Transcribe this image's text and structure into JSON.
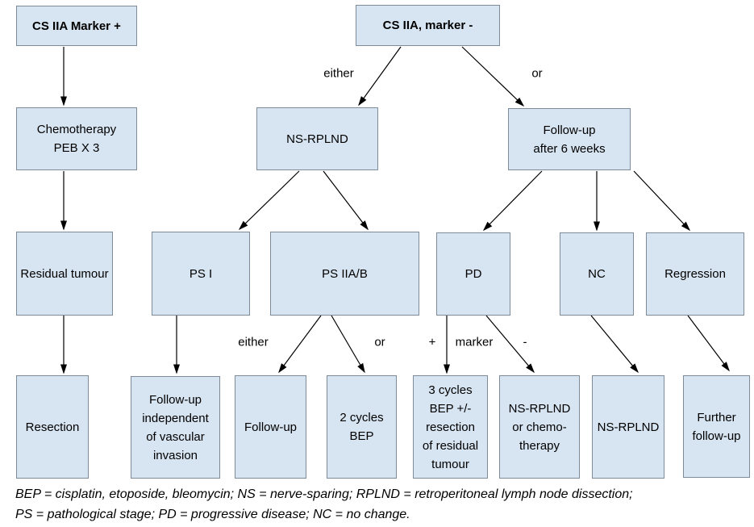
{
  "colors": {
    "background": "#ffffff",
    "node_fill": "#d7e4f1",
    "node_border": "#7d8b99",
    "arrow": "#000000",
    "text": "#000000"
  },
  "nodes": {
    "cs_iia_marker_plus": "CS IIA Marker +",
    "cs_iia_marker_minus": "CS IIA, marker -",
    "chemotherapy_peb": "Chemotherapy\nPEB X 3",
    "ns_rplnd_mid": "NS-RPLND",
    "followup_6_weeks": "Follow-up\nafter 6 weeks",
    "residual_tumour": "Residual tumour",
    "ps_i": "PS I",
    "ps_iiab": "PS IIA/B",
    "pd": "PD",
    "nc": "NC",
    "regression": "Regression",
    "resection": "Resection",
    "followup_independent": "Follow-up\nindependent\nof vascular\ninvasion",
    "followup": "Follow-up",
    "cycles_2_bep": "2 cycles\nBEP",
    "cycles_3_bep": "3 cycles\nBEP +/-\nresection\nof residual\ntumour",
    "ns_rplnd_or_chemo": "NS-RPLND\nor chemo-\ntherapy",
    "ns_rplnd_bottom": "NS-RPLND",
    "further_followup": "Further\nfollow-up"
  },
  "edge_labels": {
    "either_top": "either",
    "or_top": "or",
    "either_mid": "either",
    "or_mid": "or",
    "marker_plus": "+",
    "marker_word": "marker",
    "marker_minus": "-"
  },
  "legend": {
    "line1": "BEP = cisplatin, etoposide, bleomycin; NS = nerve-sparing; RPLND = retroperitoneal lymph node dissection;",
    "line2": "PS = pathological stage; PD = progressive disease; NC = no change."
  }
}
